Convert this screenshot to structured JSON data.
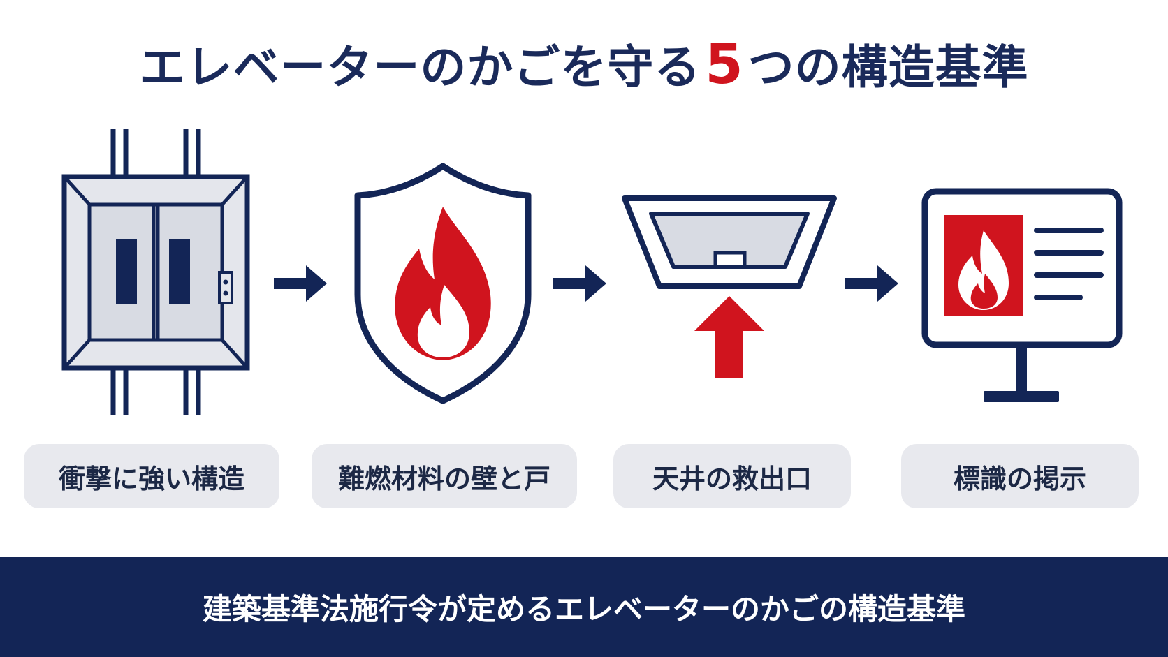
{
  "title": {
    "prefix": "エレベーターのかごを守る",
    "number": "5",
    "suffix": "つの構造基準"
  },
  "steps": [
    {
      "label": "衝撃に強い構造",
      "icon": "elevator-car-icon"
    },
    {
      "label": "難燃材料の壁と戸",
      "icon": "fire-shield-icon"
    },
    {
      "label": "天井の救出口",
      "icon": "ceiling-hatch-icon"
    },
    {
      "label": "標識の掲示",
      "icon": "fire-sign-monitor-icon"
    }
  ],
  "footer": {
    "text": "建築基準法施行令が定めるエレベーターのかごの構造基準"
  },
  "colors": {
    "navy": "#132556",
    "red": "#d0141e",
    "label_bg": "#e8e9ee",
    "light_gray": "#e4e6ec"
  }
}
